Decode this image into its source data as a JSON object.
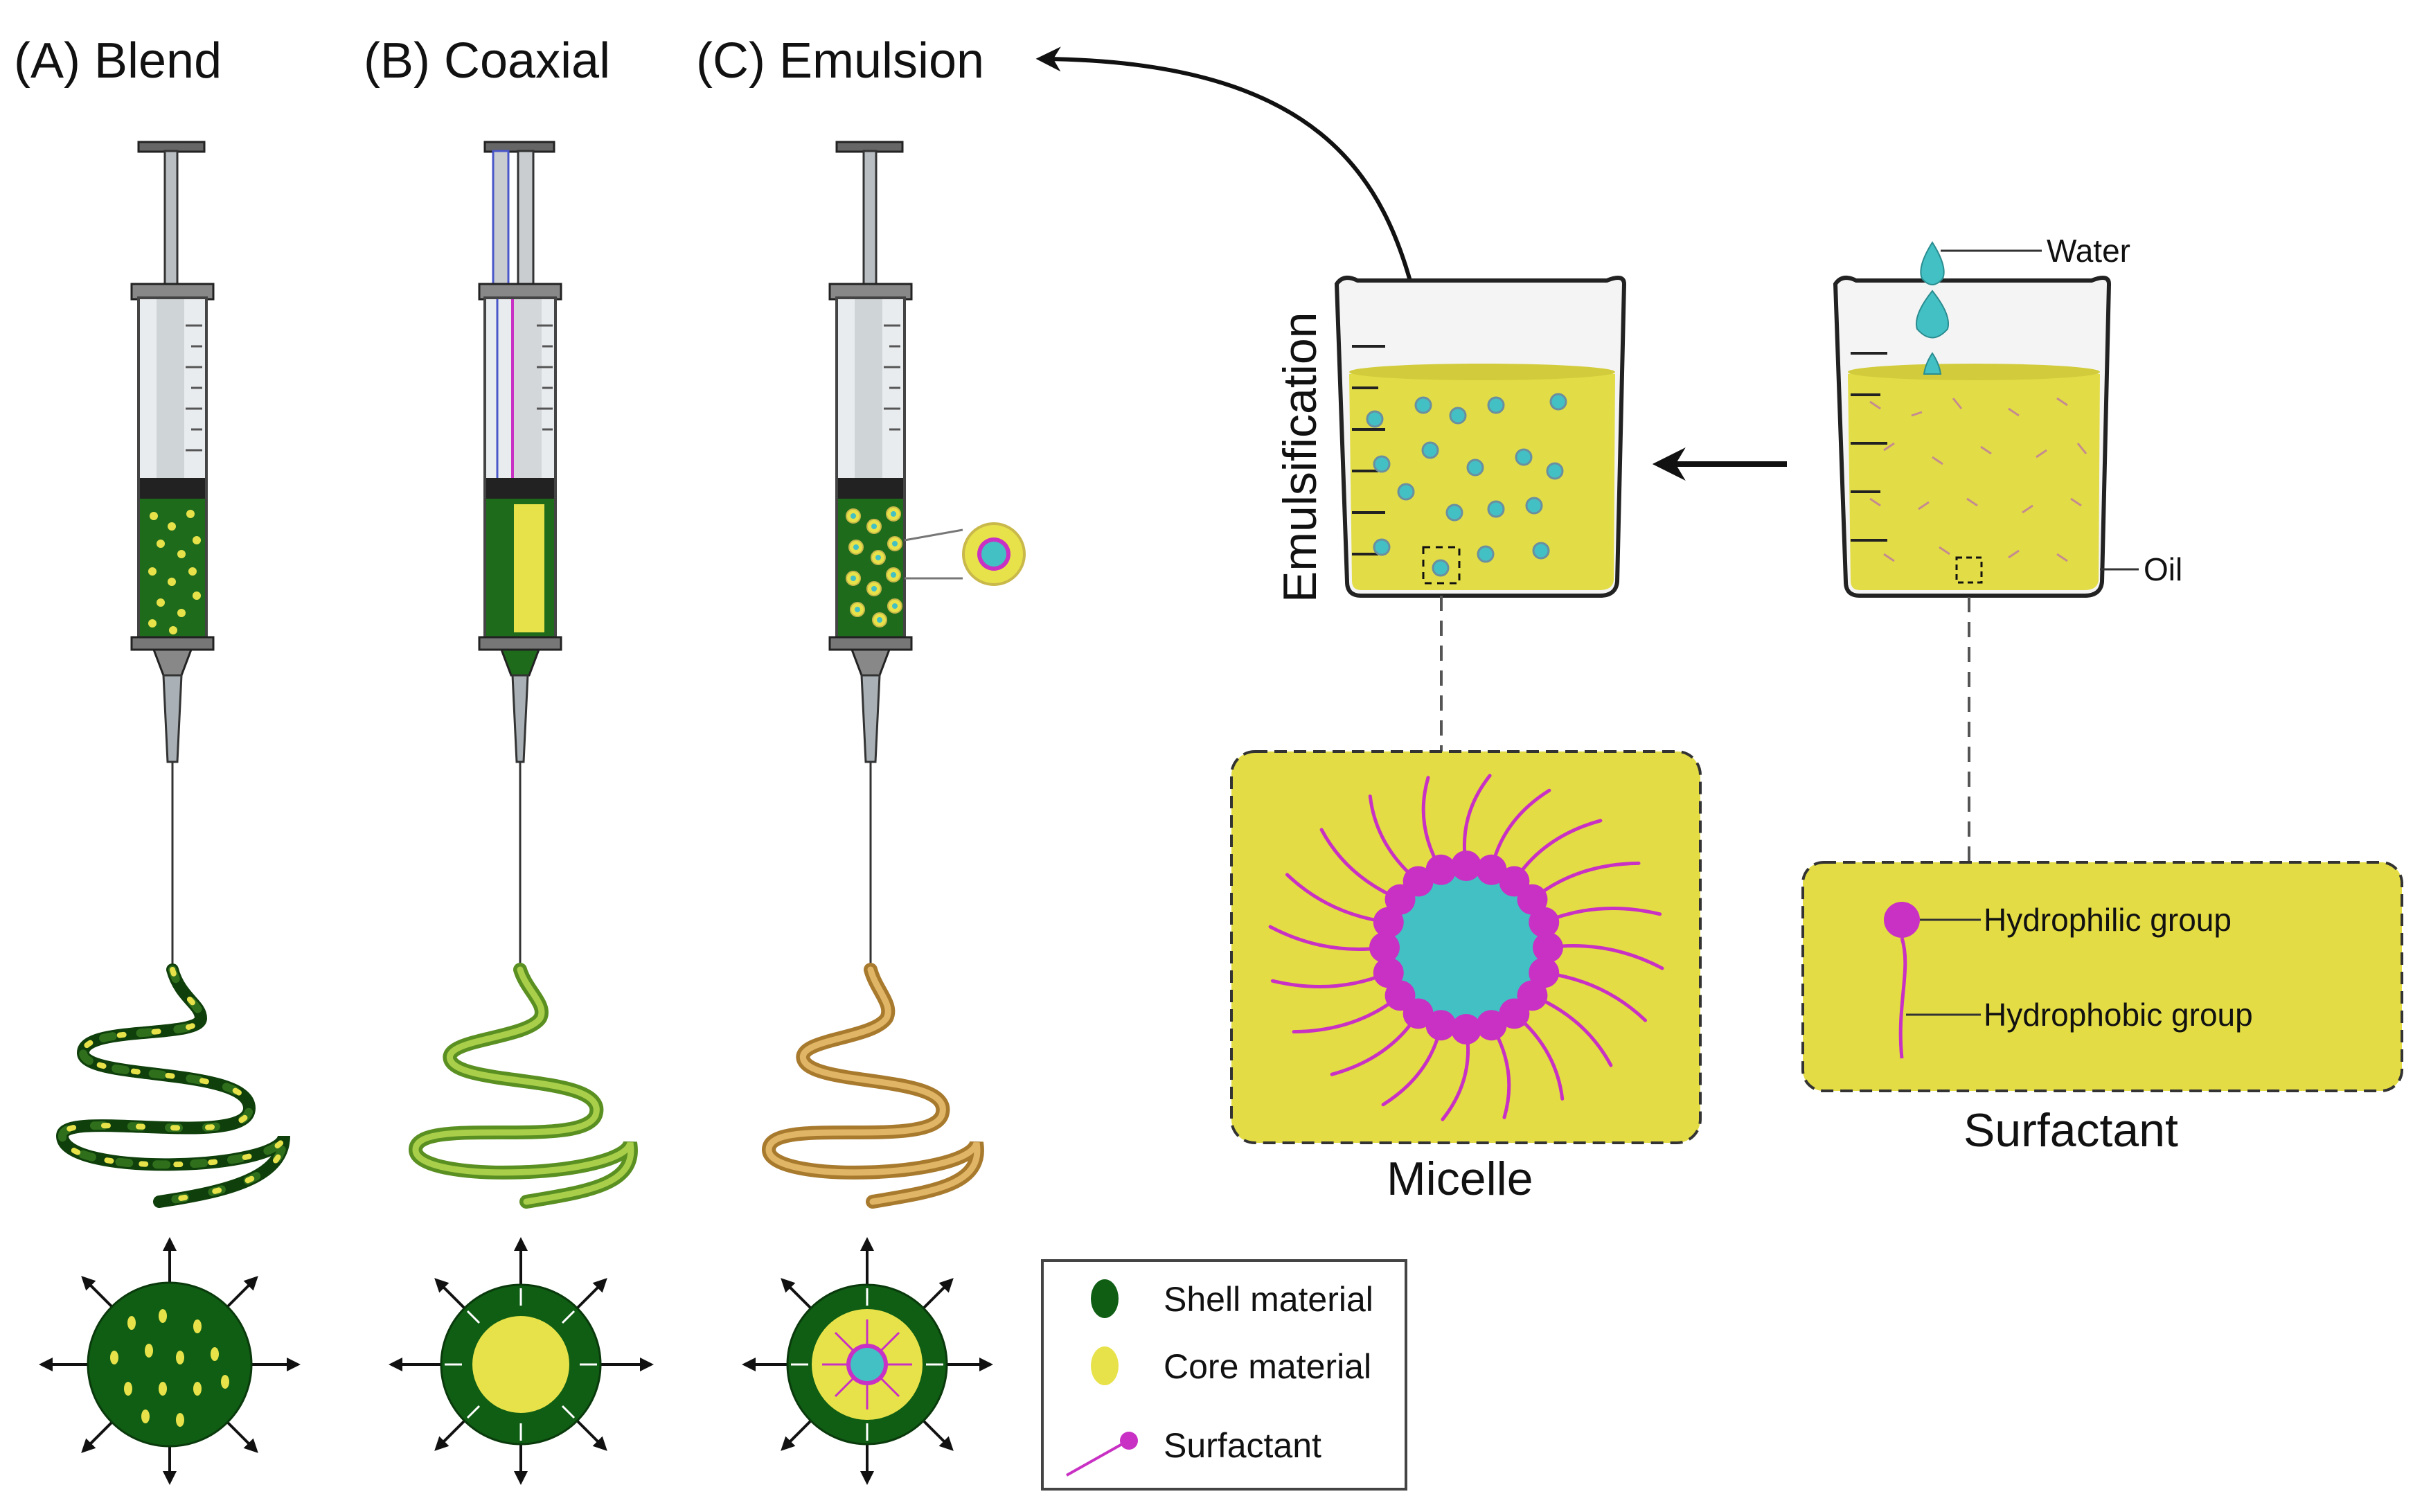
{
  "colors": {
    "shell": "#0f5e14",
    "core": "#e8e24a",
    "water": "#43c0c4",
    "surfactant": "#c831c3",
    "oil": "#e2dc46",
    "box": "#e3dc45",
    "steel": "#9aa3a8",
    "fiber_blend": "#2f6f1c",
    "fiber_coaxial": "#8cbf3a",
    "fiber_emulsion": "#c99a4c"
  },
  "panels": {
    "a": {
      "title": "(A) Blend"
    },
    "b": {
      "title": "(B) Coaxial"
    },
    "c": {
      "title": "(C) Emulsion"
    }
  },
  "beakers": {
    "emulsification_label": "Emulsification",
    "water_label": "Water",
    "oil_label": "Oil"
  },
  "micelle": {
    "caption": "Micelle"
  },
  "surfactant": {
    "caption": "Surfactant",
    "hydrophilic_label": "Hydrophilic group",
    "hydrophobic_label": "Hydrophobic group"
  },
  "legend": {
    "items": [
      {
        "label": "Shell material",
        "icon": "shell-material-icon"
      },
      {
        "label": "Core material",
        "icon": "core-material-icon"
      },
      {
        "label": "Surfactant",
        "icon": "surfactant-icon"
      }
    ]
  }
}
